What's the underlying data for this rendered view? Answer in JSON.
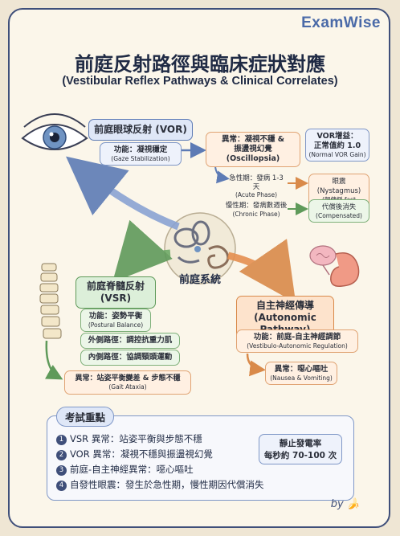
{
  "brand": "ExamWise",
  "title": "前庭反射路徑與臨床症狀對應",
  "subtitle": "(Vestibular Reflex Pathways & Clinical Correlates)",
  "center": "前庭系統",
  "vor": {
    "title": "前庭眼球反射 (VOR)",
    "function_zh": "功能：凝視穩定",
    "function_en": "(Gaze Stabilization)",
    "abnormal_zh": "異常：凝視不穩 &",
    "abnormal_zh2": "振盪視幻覺 (Oscillopsia)",
    "gain_zh": "VOR增益：",
    "gain_zh2": "正常值約 1.0",
    "gain_en": "(Normal VOR Gain)",
    "acute_zh": "急性期：發病 1-3 天",
    "acute_en": "(Acute Phase)",
    "nystagmus_zh": "眼震 (Nystagmus)",
    "nystagmus_zh2": "(朝健側 fast phase)",
    "chronic_zh": "慢性期：發病數週後",
    "chronic_en": "(Chronic Phase)",
    "compensated_zh": "代償後消失",
    "compensated_en": "(Compensated)"
  },
  "vsr": {
    "title": "前庭脊髓反射",
    "title2": "(VSR)",
    "function_zh": "功能：姿勢平衡",
    "function_en": "(Postural Balance)",
    "lateral": "外側路徑：調控抗重力肌",
    "medial": "內側路徑：協調頸頭運動",
    "abnormal_zh": "異常：站姿平衡變差 & 步態不穩",
    "abnormal_en": "(Gait Ataxia)"
  },
  "autonomic": {
    "title": "自主神經傳導",
    "title2": "(Autonomic Pathway)",
    "function_zh": "功能：前庭-自主神經調節",
    "function_en": "(Vestibulo-Autonomic Regulation)",
    "abnormal_zh": "異常：噁心嘔吐",
    "abnormal_en": "(Nausea & Vomiting)"
  },
  "summary": {
    "title": "考試重點",
    "items": [
      {
        "num": "1",
        "text": "VSR 異常：站姿平衡與步態不穩"
      },
      {
        "num": "2",
        "text": "VOR 異常：凝視不穩與振盪視幻覺"
      },
      {
        "num": "3",
        "text": "前庭-自主神經異常：噁心嘔吐"
      },
      {
        "num": "4",
        "text": "自發性眼震：發生於急性期，慢性期因代償消失"
      }
    ],
    "hr_line1": "靜止發電率",
    "hr_line2": "每秒約 70-100 次"
  },
  "signature": "by",
  "colors": {
    "blue": "#5d7bb5",
    "green": "#5f9a5a",
    "orange": "#d98a4a",
    "navy": "#3f4f7a"
  }
}
